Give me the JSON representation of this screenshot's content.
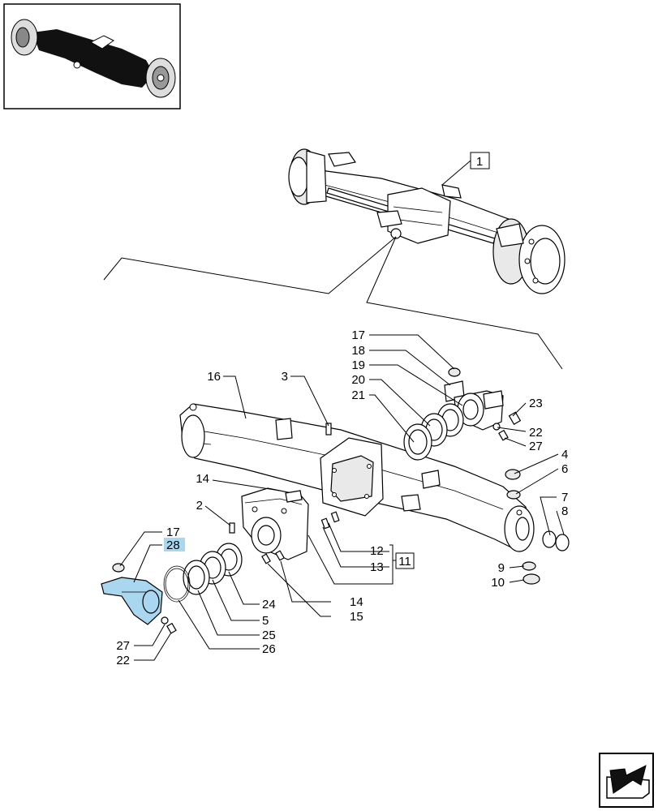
{
  "callouts": [
    {
      "id": "c1",
      "text": "1"
    },
    {
      "id": "c16",
      "text": "16"
    },
    {
      "id": "c3",
      "text": "3"
    },
    {
      "id": "c17a",
      "text": "17"
    },
    {
      "id": "c18",
      "text": "18"
    },
    {
      "id": "c19",
      "text": "19"
    },
    {
      "id": "c20",
      "text": "20"
    },
    {
      "id": "c21",
      "text": "21"
    },
    {
      "id": "c23",
      "text": "23"
    },
    {
      "id": "c22a",
      "text": "22"
    },
    {
      "id": "c27a",
      "text": "27"
    },
    {
      "id": "c4",
      "text": "4"
    },
    {
      "id": "c6",
      "text": "6"
    },
    {
      "id": "c7",
      "text": "7"
    },
    {
      "id": "c8",
      "text": "8"
    },
    {
      "id": "c14a",
      "text": "14"
    },
    {
      "id": "c2",
      "text": "2"
    },
    {
      "id": "c17b",
      "text": "17"
    },
    {
      "id": "c28",
      "text": "28"
    },
    {
      "id": "c12",
      "text": "12"
    },
    {
      "id": "c11",
      "text": "11"
    },
    {
      "id": "c13",
      "text": "13"
    },
    {
      "id": "c9",
      "text": "9"
    },
    {
      "id": "c10",
      "text": "10"
    },
    {
      "id": "c24",
      "text": "24"
    },
    {
      "id": "c14b",
      "text": "14"
    },
    {
      "id": "c5",
      "text": "5"
    },
    {
      "id": "c15",
      "text": "15"
    },
    {
      "id": "c25",
      "text": "25"
    },
    {
      "id": "c27b",
      "text": "27"
    },
    {
      "id": "c26",
      "text": "26"
    },
    {
      "id": "c22b",
      "text": "22"
    }
  ],
  "colors": {
    "highlight": "#a9d7ef",
    "line": "#000000",
    "fill_light": "#e9e9e9"
  },
  "icons": {
    "thumbnail": "axle-assembly-thumbnail-icon",
    "next_page": "next-page-arrow-icon"
  }
}
